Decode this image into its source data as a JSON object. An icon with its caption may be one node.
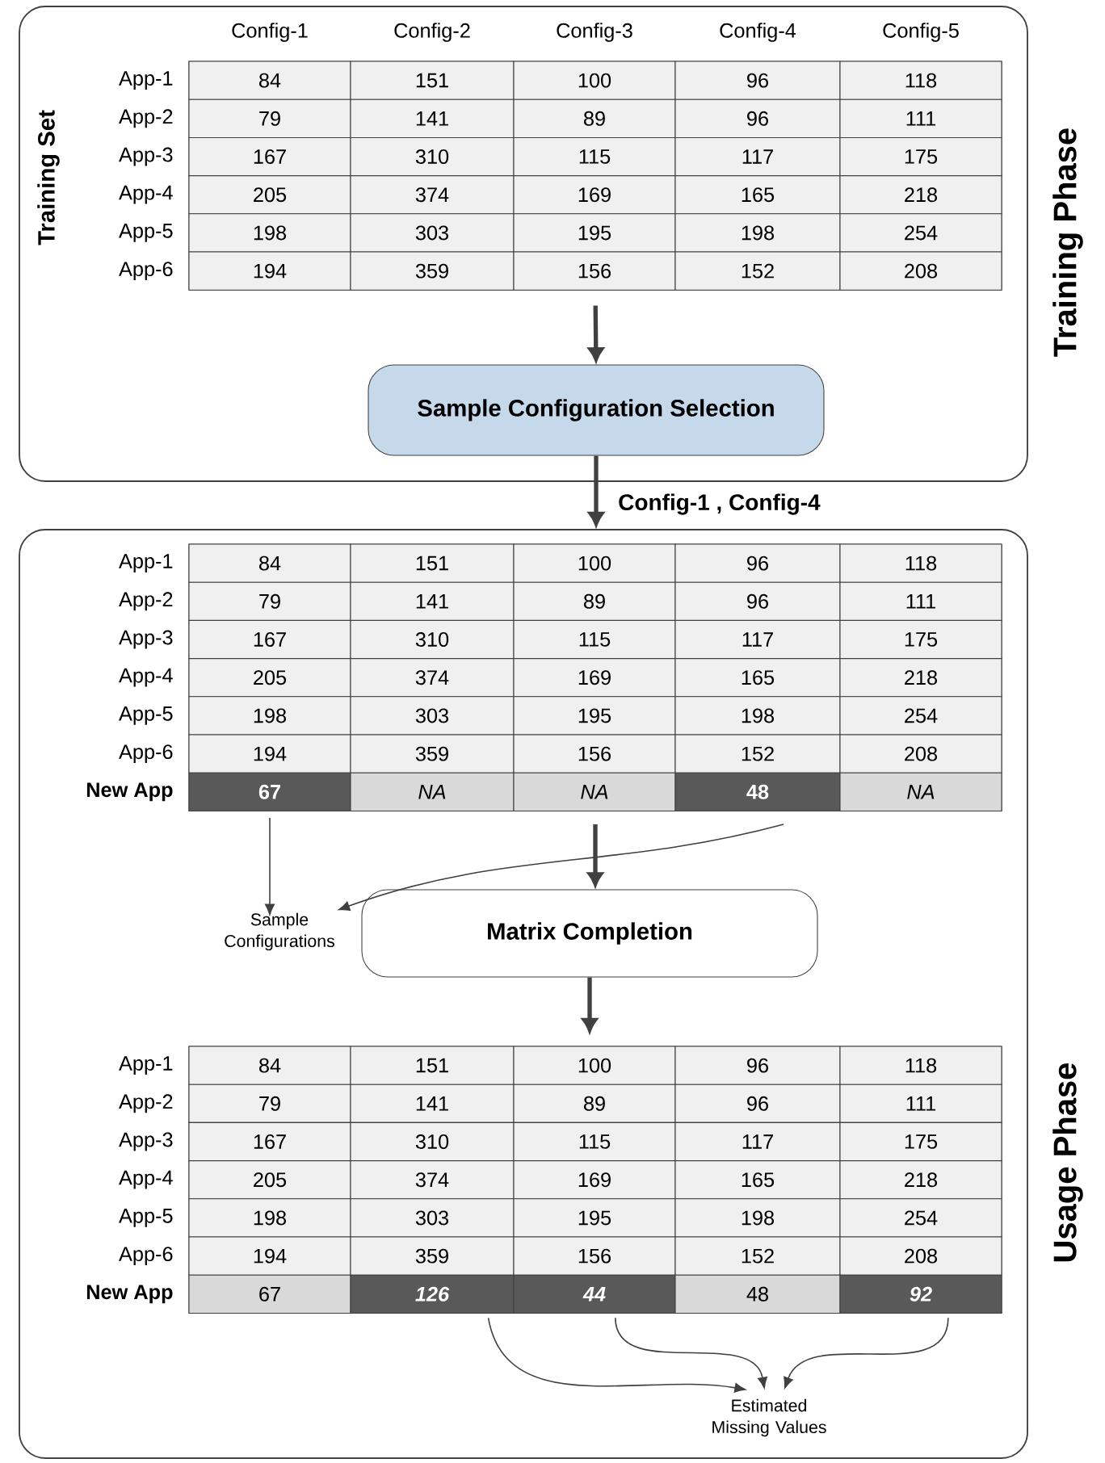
{
  "diagram": {
    "nodes": [
      {
        "text": [
          "Training Phase"
        ]
      },
      {
        "text": [
          "Config-1",
          "Config-2",
          "Config-3",
          "Config-4",
          "Config-5",
          "App-1",
          "84",
          "151",
          "100",
          "96",
          "118",
          "App-2",
          "79",
          "141",
          "89",
          "96",
          "111",
          "App-3",
          "167",
          "310",
          "115",
          "117",
          "175",
          "App-4",
          "205",
          "374",
          "169",
          "165",
          "218",
          "App-5",
          "198",
          "303",
          "195",
          "198",
          "254",
          "App-6",
          "194",
          "359",
          "156",
          "152",
          "208"
        ],
        "in": 0
      },
      {
        "text": [
          "Sample Configuration Selection"
        ],
        "in": 0
      },
      {
        "text": [
          "Usage Phase"
        ]
      },
      {
        "text": [
          "App-1",
          "84",
          "151",
          "100",
          "96",
          "118",
          "App-2",
          "79",
          "141",
          "89",
          "96",
          "111",
          "App-3",
          "167",
          "310",
          "115",
          "117",
          "175",
          "App-4",
          "205",
          "374",
          "169",
          "165",
          "218",
          "App-5",
          "198",
          "303",
          "195",
          "198",
          "254",
          "App-6",
          "194",
          "359",
          "156",
          "152",
          "208",
          "New App"
        ],
        "in": 3
      },
      {
        "text": [
          "67"
        ],
        "in": 4
      },
      {
        "text": [
          "NA"
        ],
        "in": 4
      },
      {
        "text": [
          "NA"
        ],
        "in": 4
      },
      {
        "text": [
          "48"
        ],
        "in": 4
      },
      {
        "text": [
          "NA"
        ],
        "in": 4
      },
      {
        "text": [
          "Sample Configurations"
        ],
        "in": 3
      },
      {
        "text": [
          "Matrix Completion"
        ],
        "in": 3
      },
      {
        "text": [
          "App-1",
          "84",
          "151",
          "100",
          "96",
          "118",
          "App-2",
          "79",
          "141",
          "89",
          "96",
          "111",
          "App-3",
          "167",
          "310",
          "115",
          "117",
          "175",
          "App-4",
          "205",
          "374",
          "169",
          "165",
          "218",
          "App-5",
          "198",
          "303",
          "195",
          "198",
          "254",
          "App-6",
          "194",
          "359",
          "156",
          "152",
          "208",
          "New App"
        ],
        "in": 3
      },
      {
        "text": [
          "67"
        ],
        "in": 12
      },
      {
        "text": [
          "126"
        ],
        "in": 12
      },
      {
        "text": [
          "44"
        ],
        "in": 12
      },
      {
        "text": [
          "48"
        ],
        "in": 12
      },
      {
        "text": [
          "92"
        ],
        "in": 12
      },
      {
        "text": [
          "Estimated Missing Values"
        ],
        "in": 3
      }
    ],
    "edges": [
      {
        "from": 1,
        "to": 2,
        "arrow": "to",
        "style": "thick"
      },
      {
        "from": 2,
        "to": 3,
        "arrow": "to",
        "style": "thick",
        "label": "Config-1 , Config-4"
      },
      {
        "from": 5,
        "to": 10,
        "arrow": "to"
      },
      {
        "from": 8,
        "to": 10,
        "arrow": "to"
      },
      {
        "from": 4,
        "to": 11,
        "arrow": "to",
        "style": "thick"
      },
      {
        "from": 11,
        "to": 12,
        "arrow": "to",
        "style": "thick"
      },
      {
        "from": 14,
        "to": 18,
        "arrow": "to"
      },
      {
        "from": 15,
        "to": 18,
        "arrow": "to"
      },
      {
        "from": 17,
        "to": 18,
        "arrow": "to"
      }
    ],
    "labels": [
      "Training Set"
    ]
  }
}
